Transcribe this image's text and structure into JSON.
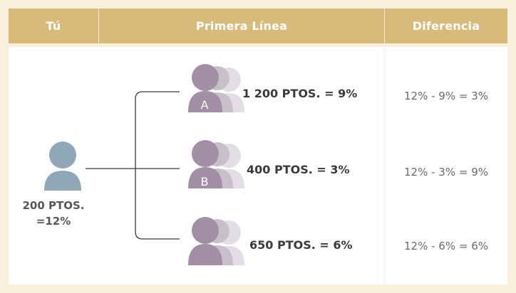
{
  "headers": {
    "tu": "Tú",
    "primera_linea": "Primera Línea",
    "diferencia": "Diferencia"
  },
  "you": {
    "points": "200 PTOS.",
    "percent": "=12%",
    "icon": "person-icon"
  },
  "lines": [
    {
      "group_letter": "A",
      "label": "1 200 PTOS. = 9%",
      "diff": "12% - 9% = 3%",
      "icon": "people-group-icon"
    },
    {
      "group_letter": "B",
      "label": "400 PTOS. = 3%",
      "diff": "12% - 3% = 9%",
      "icon": "people-group-icon"
    },
    {
      "group_letter": "",
      "label": "650 PTOS. = 6%",
      "diff": "12% - 6% = 6%",
      "icon": "people-group-icon"
    }
  ],
  "colors": {
    "background": "#f8f0dd",
    "header": "#d8ba7b",
    "you_icon": "#8fa7b7",
    "group_front": "#a28fa6",
    "group_mid": "#c9bfcb",
    "group_back": "#e3dee5"
  }
}
